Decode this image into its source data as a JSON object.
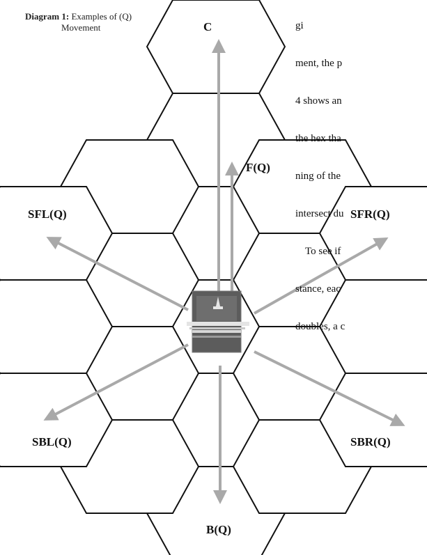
{
  "caption": {
    "lead": "Diagram 1:",
    "line1": "Examples of (Q)",
    "line2": "Movement"
  },
  "side_text": {
    "lines": [
      "gi",
      "ment, the p",
      "4 shows an",
      "the hex tha",
      "ning of the",
      "intersect du",
      "To see if",
      "stance, eac",
      "doubles, a c"
    ]
  },
  "hex_labels": {
    "C": "C",
    "F": "F(Q)",
    "SFL": "SFL(Q)",
    "SFR": "SFR(Q)",
    "SBL": "SBL(Q)",
    "SBR": "SBR(Q)",
    "B": "B(Q)"
  },
  "colors": {
    "hex_stroke": "#111111",
    "arrow": "#a9a9a9",
    "counter_dark": "#5c5c5c",
    "counter_light": "#d8d8d8"
  }
}
